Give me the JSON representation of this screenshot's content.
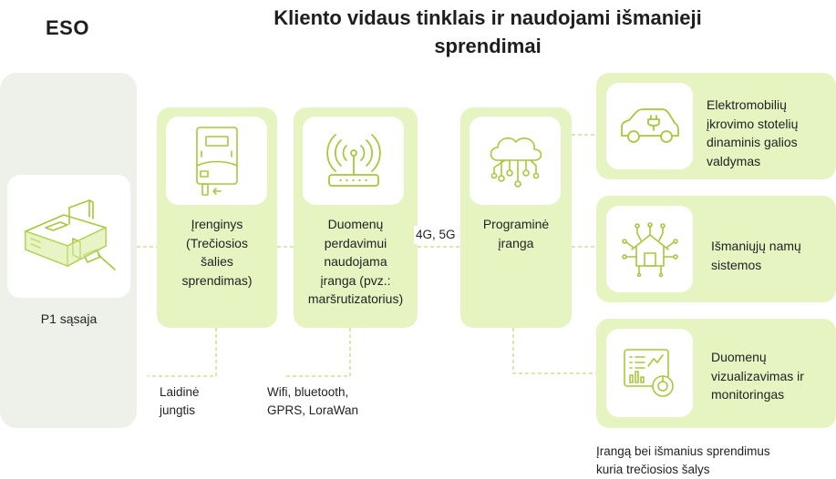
{
  "header": {
    "org": "ESO",
    "title_line1": "Kliento vidaus tinklais ir naudojami išmanieji",
    "title_line2": "sprendimai"
  },
  "nodes": {
    "p1": "P1 sąsaja",
    "devices": [
      "Įrenginys",
      "(Trečiosios",
      "šalies",
      "sprendimas)"
    ],
    "transfer": [
      "Duomenų",
      "perdavimui",
      "naudojama",
      "įranga (pvz.:",
      "maršrutizatorius)"
    ],
    "software": [
      "Programinė",
      "įranga"
    ],
    "ev": [
      "Elektromobilių",
      "įkrovimo stotelių",
      "dinaminis galios",
      "valdymas"
    ],
    "smart_home": [
      "Išmaniųjų namų",
      "sistemos"
    ],
    "viz": [
      "Duomenų",
      "vizualizavimas ir",
      "monitoringas"
    ]
  },
  "connections": {
    "wired": [
      "Laidinė",
      "jungtis"
    ],
    "wireless": [
      "Wifi, bluetooth,",
      "GPRS, LoraWan"
    ],
    "mobile": "4G, 5G"
  },
  "footnote": [
    "Įrangą bei išmanius sprendimus",
    "kuria trečiosios šalys"
  ],
  "colors": {
    "card": "#e6f4c2",
    "eso_panel": "#eef0ea",
    "icon_stroke": "#a6c83c",
    "connector": "#c5dc7a"
  },
  "icons": [
    "smart-meter-icon",
    "p1-meter-device-icon",
    "router-icon",
    "cloud-network-icon",
    "electric-car-icon",
    "smart-home-icon",
    "dashboard-icon"
  ]
}
